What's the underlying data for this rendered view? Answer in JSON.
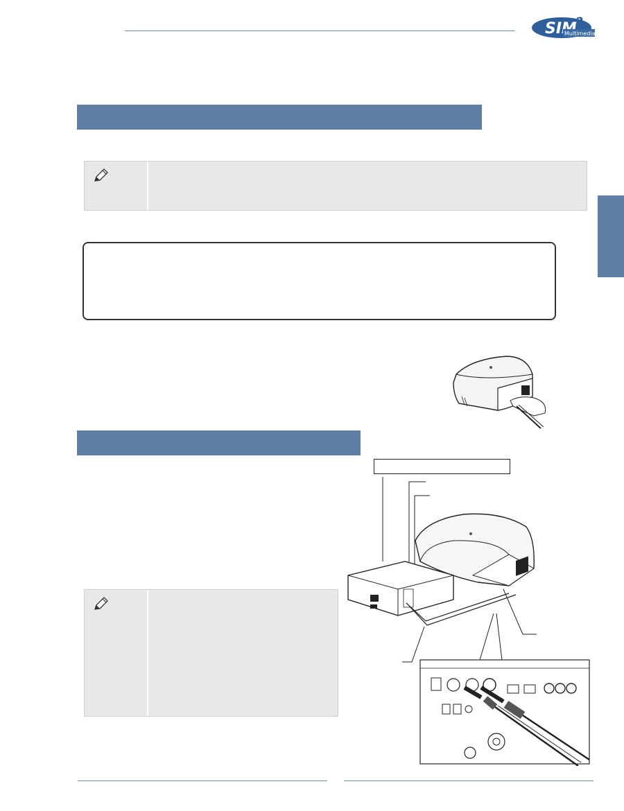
{
  "header": {
    "logo_text": "SIM2",
    "logo_sub": "Multimedia"
  },
  "colors": {
    "accent": "#5f7ea3",
    "note_bg": "#e8e8e8",
    "rule": "#6b8ab0"
  },
  "icons": [
    "pencil-note-icon",
    "pencil-note-icon"
  ],
  "figures": [
    "projector-power-cable-illustration",
    "projector-vcr-connection-illustration"
  ]
}
